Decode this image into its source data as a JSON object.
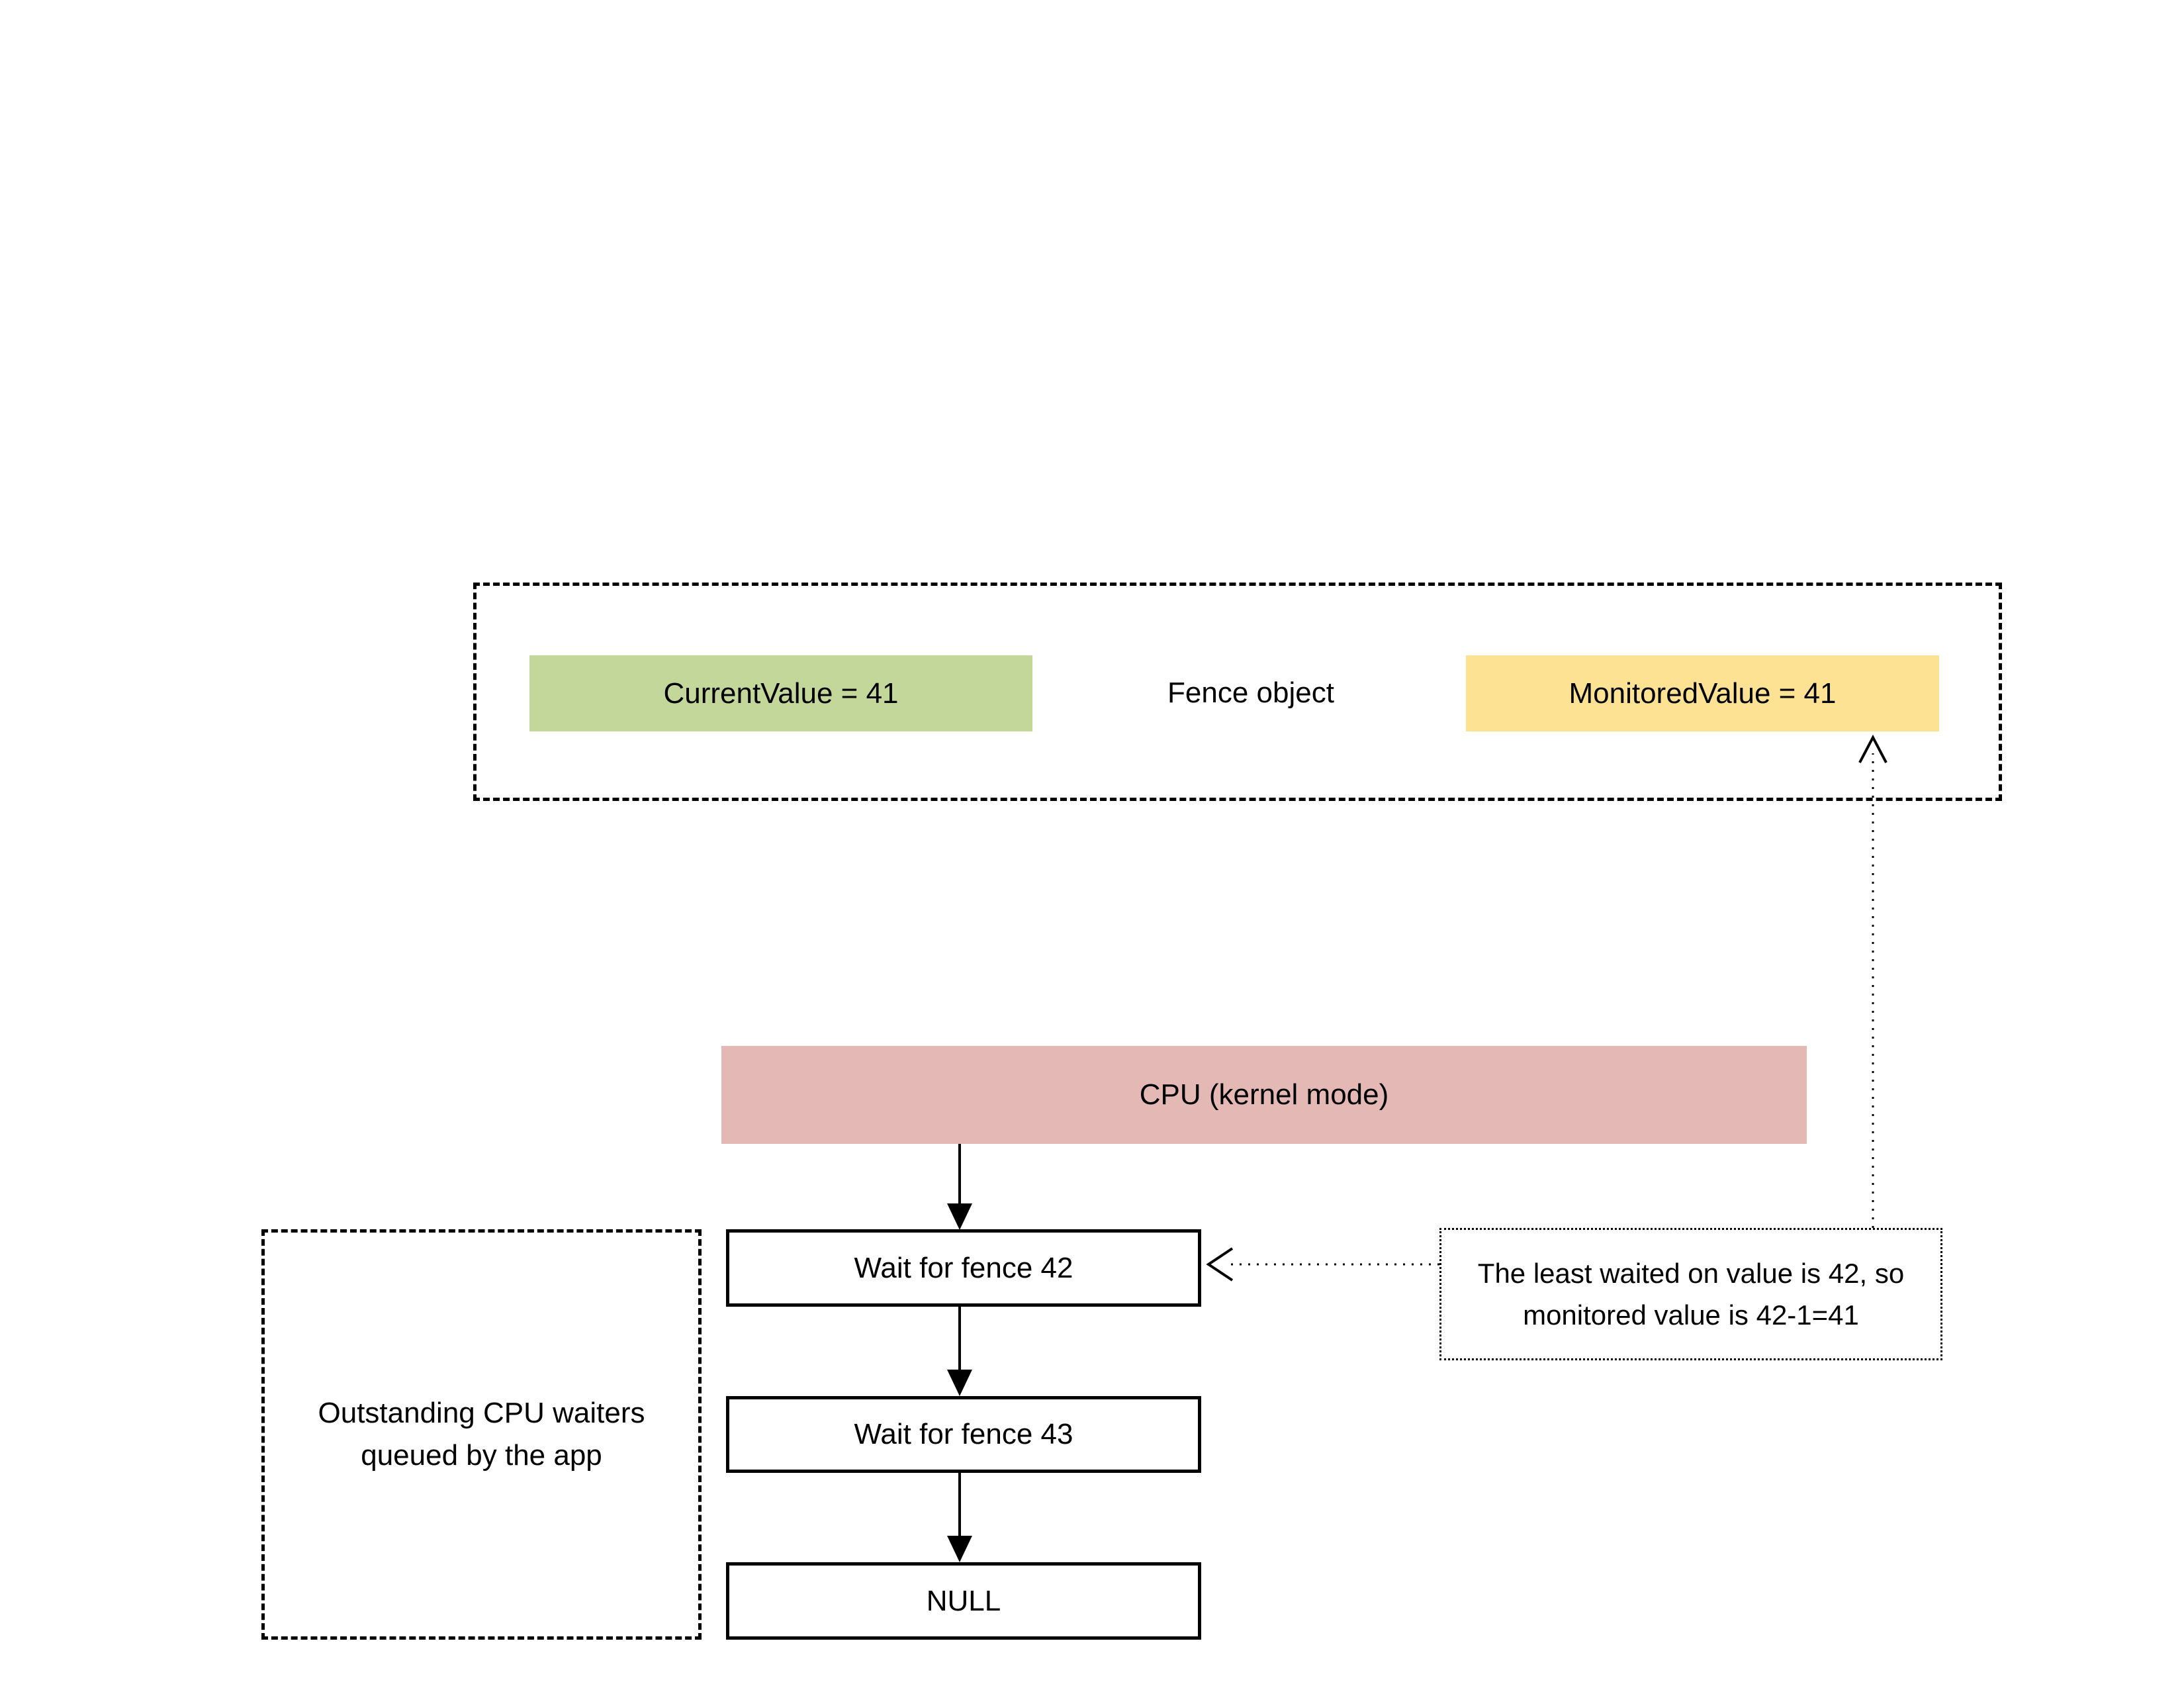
{
  "diagram": {
    "fence_object": {
      "label": "Fence object",
      "current_value": {
        "label": "CurrentValue = 41",
        "fill": "#C4D79B"
      },
      "monitored_value": {
        "label": "MonitoredValue = 41",
        "fill": "#FDE294"
      }
    },
    "cpu": {
      "label": "CPU (kernel mode)",
      "fill": "#E4B8B4"
    },
    "waiters": {
      "caption": "Outstanding CPU waiters queued by the app",
      "queue": [
        {
          "label": "Wait for fence 42"
        },
        {
          "label": "Wait for fence 43"
        },
        {
          "label": "NULL"
        }
      ]
    },
    "annotation": {
      "line1": "The least waited on value is 42, so",
      "line2": "monitored value is 42-1=41"
    },
    "colors": {
      "green": "#C4D79B",
      "yellow": "#FDE294",
      "rose": "#E4B8B4",
      "line": "#000000"
    }
  }
}
